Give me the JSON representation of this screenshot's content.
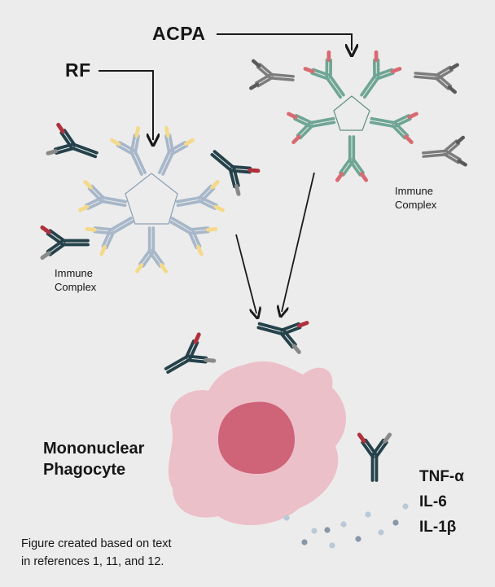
{
  "labels": {
    "acpa": "ACPA",
    "rf": "RF",
    "immune_complex_left": "Immune\nComplex",
    "immune_complex_right": "Immune\nComplex",
    "cell": "Mononuclear\nPhagocyte",
    "cytokines": [
      "TNF-α",
      "IL-6",
      "IL-1β"
    ],
    "caption": "Figure created based on text\nin references 1, 11, and 12."
  },
  "colors": {
    "background": "#ececec",
    "rf_complex_antibody": "#a7b7c9",
    "rf_antigen": "#f5d98a",
    "acpa_complex_antibody": "#6fa595",
    "acpa_antigen": "#d86a72",
    "bound_antibody_dark": "#25424b",
    "bound_antibody_grey": "#8a8a8a",
    "bound_antibody_red": "#b0313c",
    "cell_membrane": "#ecc0c9",
    "cell_nucleus": "#cf6378",
    "arrow": "#1a1a1a",
    "cytokine_dot": "#b9c9d8"
  }
}
